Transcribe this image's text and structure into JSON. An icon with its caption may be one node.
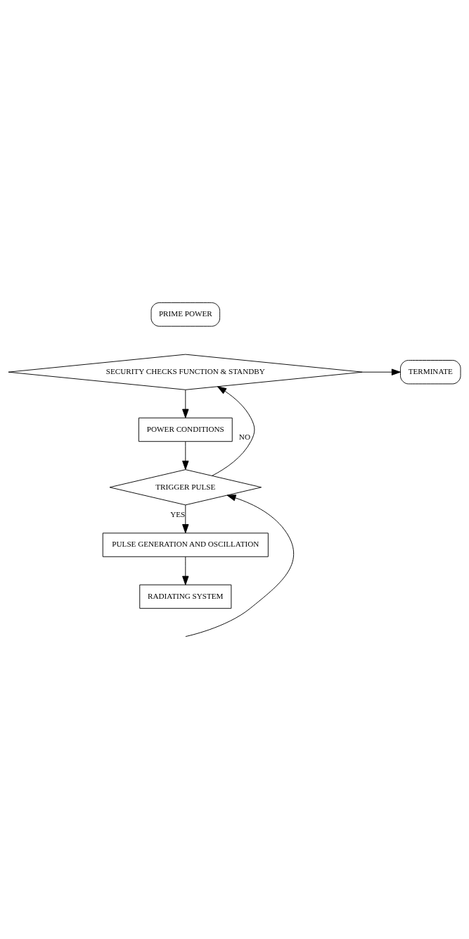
{
  "diagram": {
    "nodes": [
      {
        "text": [
          "PRIME POWER"
        ]
      },
      {
        "text": [
          "SECURITY CHECKS FUNCTION & STANDBY"
        ]
      },
      {
        "text": [
          "TERMINATE"
        ]
      },
      {
        "text": [
          "POWER CONDITIONS"
        ]
      },
      {
        "text": [
          "TRIGGER PULSE"
        ]
      },
      {
        "text": [
          "PULSE GENERATION AND OSCILLATION"
        ]
      },
      {
        "text": [
          "RADIATING SYSTEM"
        ]
      }
    ],
    "edges": [
      {
        "from": 1,
        "to": 2,
        "arrow": "to"
      },
      {
        "from": 1,
        "to": 3,
        "arrow": "to"
      },
      {
        "from": 3,
        "to": 4,
        "arrow": "to"
      },
      {
        "from": 4,
        "to": 1,
        "arrow": "to",
        "label": "NO"
      },
      {
        "from": 4,
        "to": 5,
        "arrow": "to",
        "label": "YES"
      },
      {
        "from": 5,
        "to": 6,
        "arrow": "to"
      },
      {
        "from": null,
        "to": 4,
        "arrow": "to"
      }
    ]
  }
}
